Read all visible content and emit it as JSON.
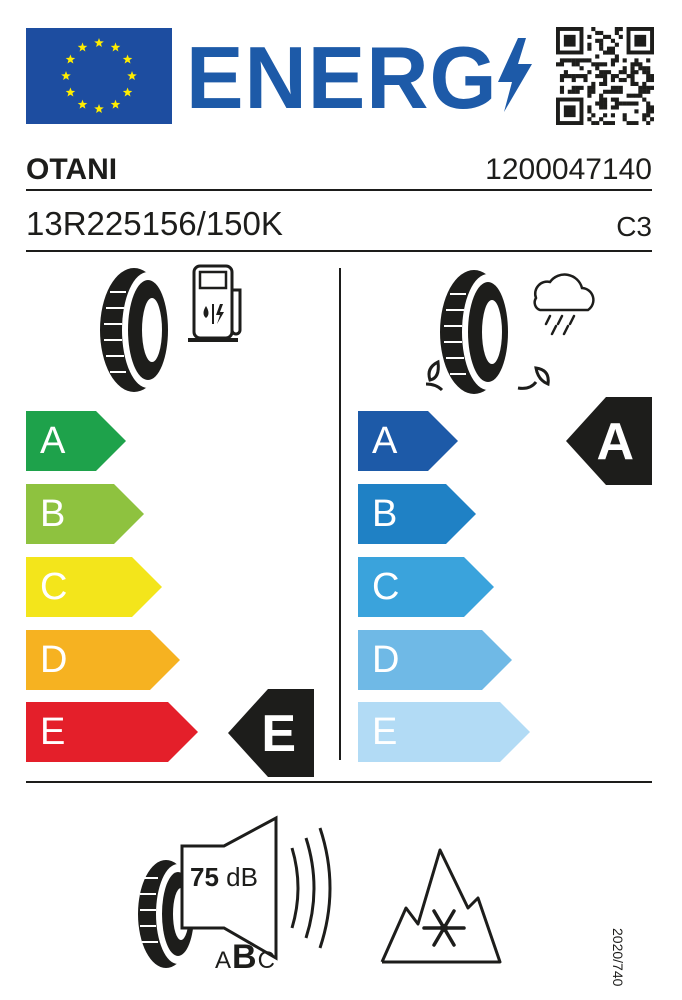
{
  "header": {
    "title": "ENERG",
    "bolt_icon": "lightning-bolt-icon",
    "flag_icon": "eu-flag-icon",
    "qr_icon": "qr-code-icon",
    "brand_blue": "#1d5aa8",
    "flag_blue": "#1d4da0",
    "star_yellow": "#ffed00"
  },
  "product": {
    "supplier": "OTANI",
    "model_identifier": "1200047140",
    "tyre_size": "13R225156/150K",
    "tyre_class": "C3"
  },
  "fuel_efficiency": {
    "icon": "tyre-fuel-pump-icon",
    "scale": [
      {
        "letter": "A",
        "color": "#1ea24b"
      },
      {
        "letter": "B",
        "color": "#8ec23f"
      },
      {
        "letter": "C",
        "color": "#f3e51b"
      },
      {
        "letter": "D",
        "color": "#f6b221"
      },
      {
        "letter": "E",
        "color": "#e41f2a"
      }
    ],
    "rating": "E"
  },
  "wet_grip": {
    "icon": "tyre-rain-cloud-icon",
    "scale": [
      {
        "letter": "A",
        "color": "#1d5aa8"
      },
      {
        "letter": "B",
        "color": "#1f81c5"
      },
      {
        "letter": "C",
        "color": "#3aa3dc"
      },
      {
        "letter": "D",
        "color": "#6fb9e6"
      },
      {
        "letter": "E",
        "color": "#b2dbf5"
      }
    ],
    "rating": "A"
  },
  "noise": {
    "icon": "tyre-speaker-icon",
    "value": "75",
    "unit": "dB",
    "classes": [
      "A",
      "B",
      "C"
    ],
    "selected_class": "B"
  },
  "snow": {
    "icon": "three-peak-snowflake-icon"
  },
  "regulation": "2020/740"
}
